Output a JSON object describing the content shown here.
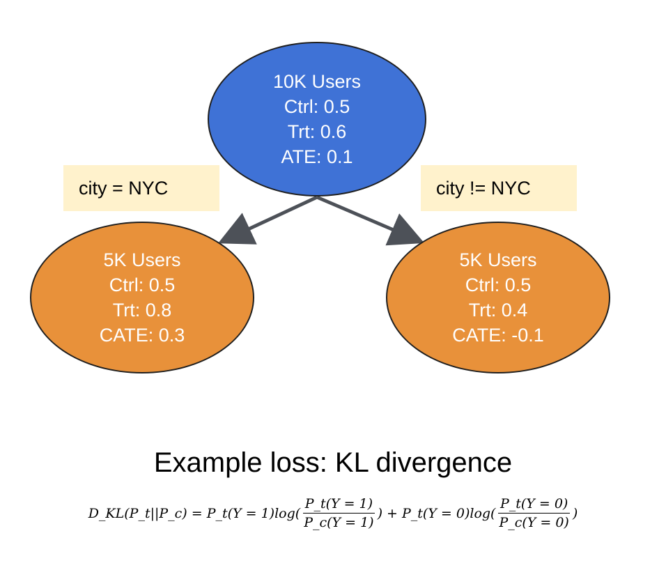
{
  "colors": {
    "root_fill": "#3f72d6",
    "child_fill": "#e8913a",
    "label_bg": "#fff2cc",
    "edge": "#4d5158"
  },
  "tree": {
    "root": {
      "lines": [
        "10K Users",
        "Ctrl: 0.5",
        "Trt: 0.6",
        "ATE: 0.1"
      ]
    },
    "left": {
      "edge_label": "city = NYC",
      "lines": [
        "5K Users",
        "Ctrl: 0.5",
        "Trt: 0.8",
        "CATE: 0.3"
      ]
    },
    "right": {
      "edge_label": "city != NYC",
      "lines": [
        "5K Users",
        "Ctrl: 0.5",
        "Trt: 0.4",
        "CATE: -0.1"
      ]
    }
  },
  "caption": {
    "title": "Example loss: KL divergence",
    "formula": {
      "lhs": "D_KL(P_t||P_c) = P_t(Y = 1)log(",
      "frac1_num": "P_t(Y = 1)",
      "frac1_den": "P_c(Y = 1)",
      "mid": ") + P_t(Y = 0)log(",
      "frac2_num": "P_t(Y = 0)",
      "frac2_den": "P_c(Y = 0)",
      "rhs": ")"
    }
  }
}
